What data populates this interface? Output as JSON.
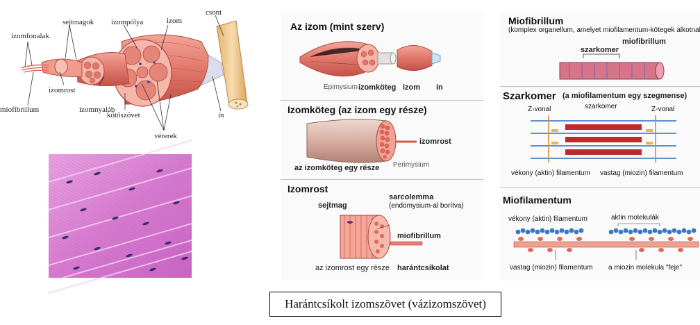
{
  "top_left": {
    "labels": {
      "izomfonalak": "izomfonalak",
      "sejtmagok": "sejtmagok",
      "izompolya": "izompólya",
      "izom": "izom",
      "csont": "csont",
      "izomrost": "izomrost",
      "miofibrillum": "miofibrillum",
      "izomnyalab": "izomnyaláb",
      "kotoszovet": "kötőszövet",
      "vererek": "vérerek",
      "in": "ín"
    }
  },
  "middle": {
    "section1": {
      "title": "Az izom (mint szerv)",
      "epimysium": "Epimysium",
      "izomkoteg": "izomköteg",
      "izom": "izom",
      "in": "ín"
    },
    "section2": {
      "title": "Izomköteg (az izom egy része)",
      "izomrost": "izomrost",
      "resze": "az izomköteg egy része",
      "perimysium": "Perimysium"
    },
    "section3": {
      "title": "Izomrost",
      "sejtmag": "sejtmag",
      "sarcolemma": "sarcolemma",
      "sarcolemma_note": "(endomysium-al borítva)",
      "miofibrillum": "miofibrillum",
      "resze": "az izomrost egy része",
      "harantcsikolat": "harántcsíkolat"
    }
  },
  "right": {
    "section1": {
      "title": "Miofibrillum",
      "subtitle": "(komplex organellum, amelyet miofilamentum-kötegek alkotnak)",
      "szarkomer": "szarkomer",
      "miofibrillum": "miofibrillum"
    },
    "section2": {
      "title": "Szarkomer",
      "title_note": "(a miofilamentum egy szegmense)",
      "zvonal_left": "Z-vonal",
      "szarkomer": "szarkomer",
      "zvonal_right": "Z-vonal",
      "vekony": "vékony (aktin) filamentum",
      "vastag": "vastag (miozin) filamentum"
    },
    "section3": {
      "title": "Miofilamentum",
      "vekony": "vékony (aktin) filamentum",
      "aktin": "aktin molekulák",
      "vastag": "vastag (miozin) filamentum",
      "feje": "a miozin molekula \"feje\""
    }
  },
  "caption": "Harántcsíkolt izomszövet (vázizomszövet)",
  "colors": {
    "muscle": "#e0776b",
    "muscle_light": "#f2a99c",
    "muscle_dark": "#c84a42",
    "bone": "#f0c98a",
    "tendon": "#d8d8e8",
    "histology": "#d57bd0",
    "actin": "#3b78c4",
    "myosin": "#e06a50"
  }
}
